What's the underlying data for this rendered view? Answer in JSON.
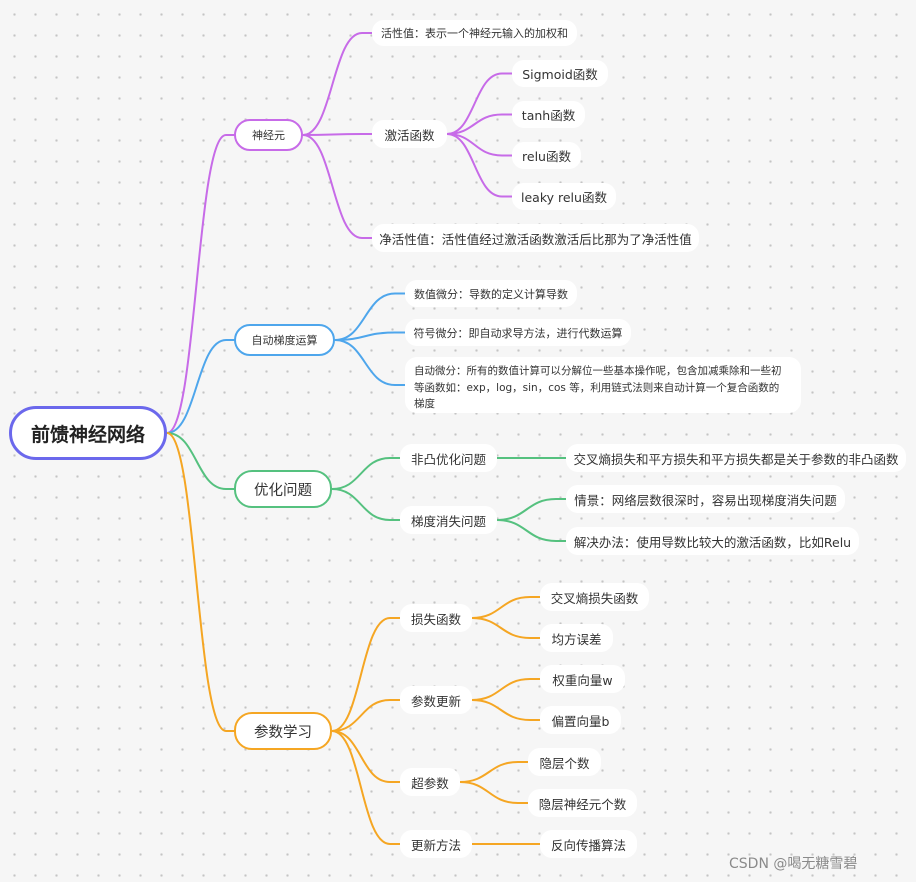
{
  "root": "前馈神经网络",
  "colors": {
    "root": "#6b68ec",
    "purple": "#c76be8",
    "blue": "#4ea6ec",
    "green": "#55c17f",
    "orange": "#f5a623"
  },
  "branches": {
    "neuron": {
      "label": "神经元",
      "active": "活性值：表示一个神经元输入的加权和",
      "activation": {
        "label": "激活函数",
        "items": [
          "Sigmoid函数",
          "tanh函数",
          "relu函数",
          "leaky relu函数"
        ]
      },
      "net": "净活性值：活性值经过激活函数激活后比那为了净活性值"
    },
    "autodiff": {
      "label": "自动梯度运算",
      "numeric": "数值微分：导数的定义计算导数",
      "symbolic": "符号微分：即自动求导方法，进行代数运算",
      "auto_lines": [
        "自动微分：所有的数值计算可以分解位一些基本操作呢，包含加减乘除和一些初",
        "等函数如：exp，log，sin，cos 等，利用链式法则来自动计算一个复合函数的",
        "梯度"
      ]
    },
    "optim": {
      "label": "优化问题",
      "nonconvex": {
        "label": "非凸优化问题",
        "child": "交叉熵损失和平方损失和平方损失都是关于参数的非凸函数"
      },
      "vanish": {
        "label": "梯度消失问题",
        "children": [
          "情景：网络层数很深时，容易出现梯度消失问题",
          "解决办法：使用导数比较大的激活函数，比如Relu"
        ]
      }
    },
    "params": {
      "label": "参数学习",
      "loss": {
        "label": "损失函数",
        "children": [
          "交叉熵损失函数",
          "均方误差"
        ]
      },
      "update": {
        "label": "参数更新",
        "children": [
          "权重向量w",
          "偏置向量b"
        ]
      },
      "hyper": {
        "label": "超参数",
        "children": [
          "隐层个数",
          "隐层神经元个数"
        ]
      },
      "method": {
        "label": "更新方法",
        "children": [
          "反向传播算法"
        ]
      }
    }
  },
  "watermark": "CSDN @喝无糖雪碧"
}
